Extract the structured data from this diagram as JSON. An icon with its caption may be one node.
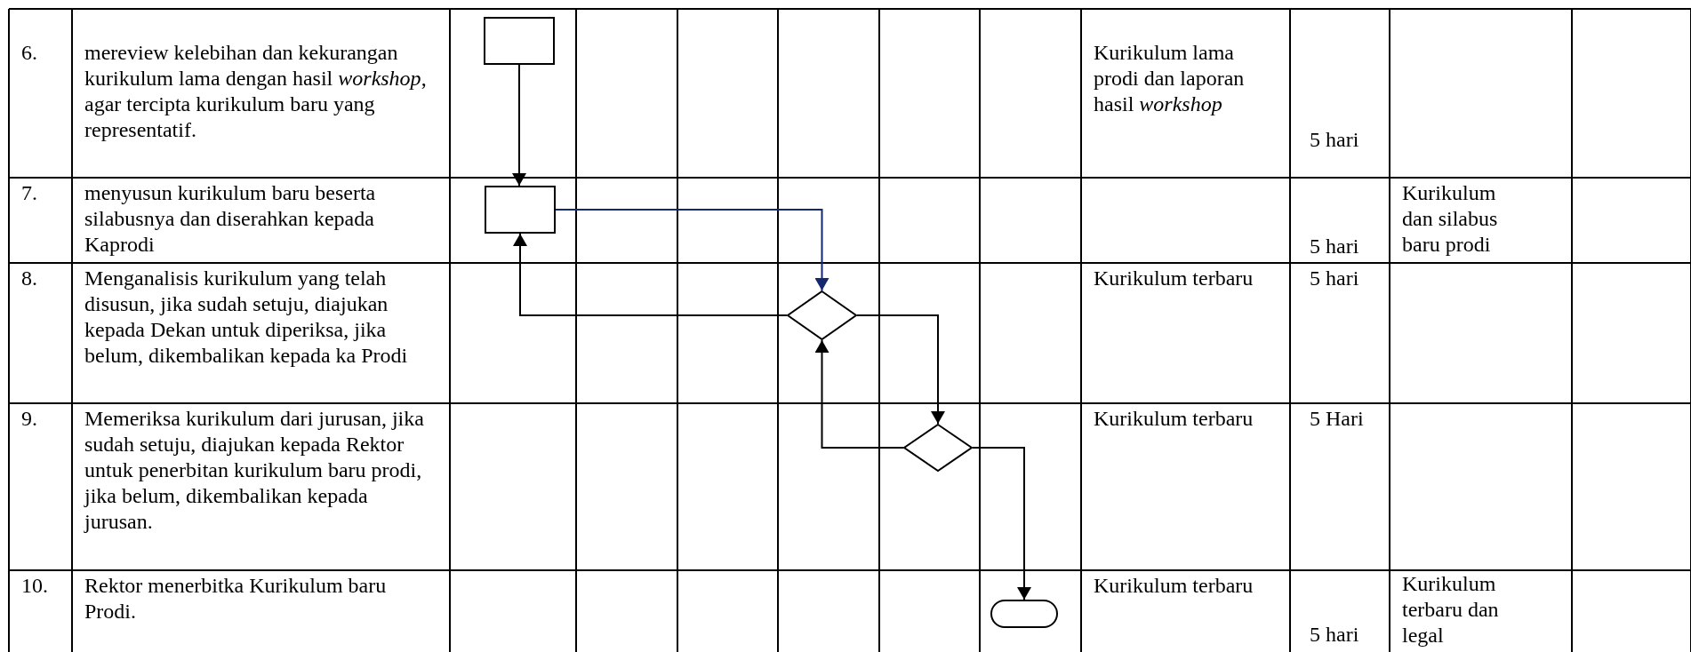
{
  "diagram": {
    "nodes": [
      {
        "text": [],
        "shape": "box"
      },
      {
        "text": [],
        "shape": "box"
      },
      {
        "text": [],
        "shape": "diamond"
      },
      {
        "text": [],
        "shape": "diamond"
      },
      {
        "text": [],
        "shape": "terminator"
      }
    ],
    "edges": [
      {
        "from": 0,
        "to": 1,
        "arrow": "to"
      },
      {
        "from": 1,
        "to": 2,
        "arrow": "to",
        "color": "#14286e"
      },
      {
        "from": 2,
        "to": 1,
        "arrow": "to"
      },
      {
        "from": 2,
        "to": 3,
        "arrow": "to"
      },
      {
        "from": 3,
        "to": 2,
        "arrow": "to"
      },
      {
        "from": 3,
        "to": 4,
        "arrow": "to"
      }
    ],
    "labels": [
      "6.",
      "mereview kelebihan dan kekurangan kurikulum lama dengan hasil *workshop*, agar tercipta kurikulum baru yang representatif.",
      "Kurikulum lama prodi dan laporan hasil *workshop*",
      "5 hari",
      "7.",
      "menyusun kurikulum baru beserta silabusnya dan diserahkan kepada Kaprodi",
      "5 hari",
      "Kurikulum dan silabus baru prodi",
      "8.",
      "Menganalisis kurikulum yang telah disusun, jika sudah setuju, diajukan kepada Dekan untuk diperiksa, jika belum, dikembalikan kepada ka Prodi",
      "Kurikulum terbaru",
      "5 hari",
      "9.",
      "Memeriksa kurikulum dari jurusan, jika sudah setuju, diajukan kepada Rektor untuk penerbitan kurikulum baru prodi, jika belum, dikembalikan kepada jurusan.",
      "Kurikulum terbaru",
      "5 Hari",
      "10.",
      "Rektor menerbitka Kurikulum baru Prodi.",
      "Kurikulum terbaru",
      "5 hari",
      "Kurikulum terbaru dan legal"
    ]
  }
}
